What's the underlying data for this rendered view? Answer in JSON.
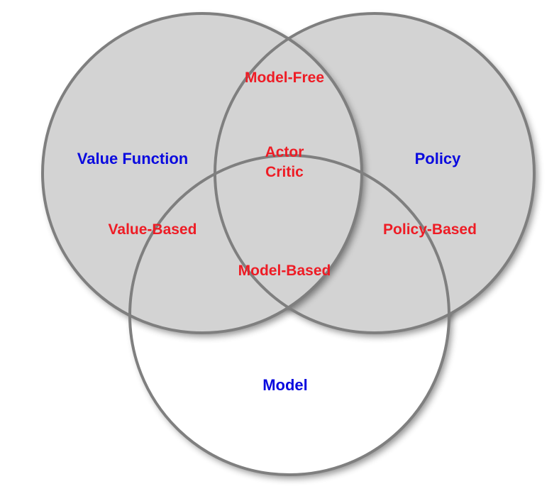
{
  "diagram": {
    "sets": {
      "value_function": "Value Function",
      "policy": "Policy",
      "model": "Model"
    },
    "regions": {
      "model_free": "Model-Free",
      "actor_critic_line1": "Actor",
      "actor_critic_line2": "Critic",
      "value_based": "Value-Based",
      "policy_based": "Policy-Based",
      "model_based": "Model-Based"
    },
    "colors": {
      "set_label": "#0a0adf",
      "region_label": "#ee1c25",
      "circle_fill": "#d3d3d3",
      "circle_stroke": "#7f7f7f"
    }
  }
}
